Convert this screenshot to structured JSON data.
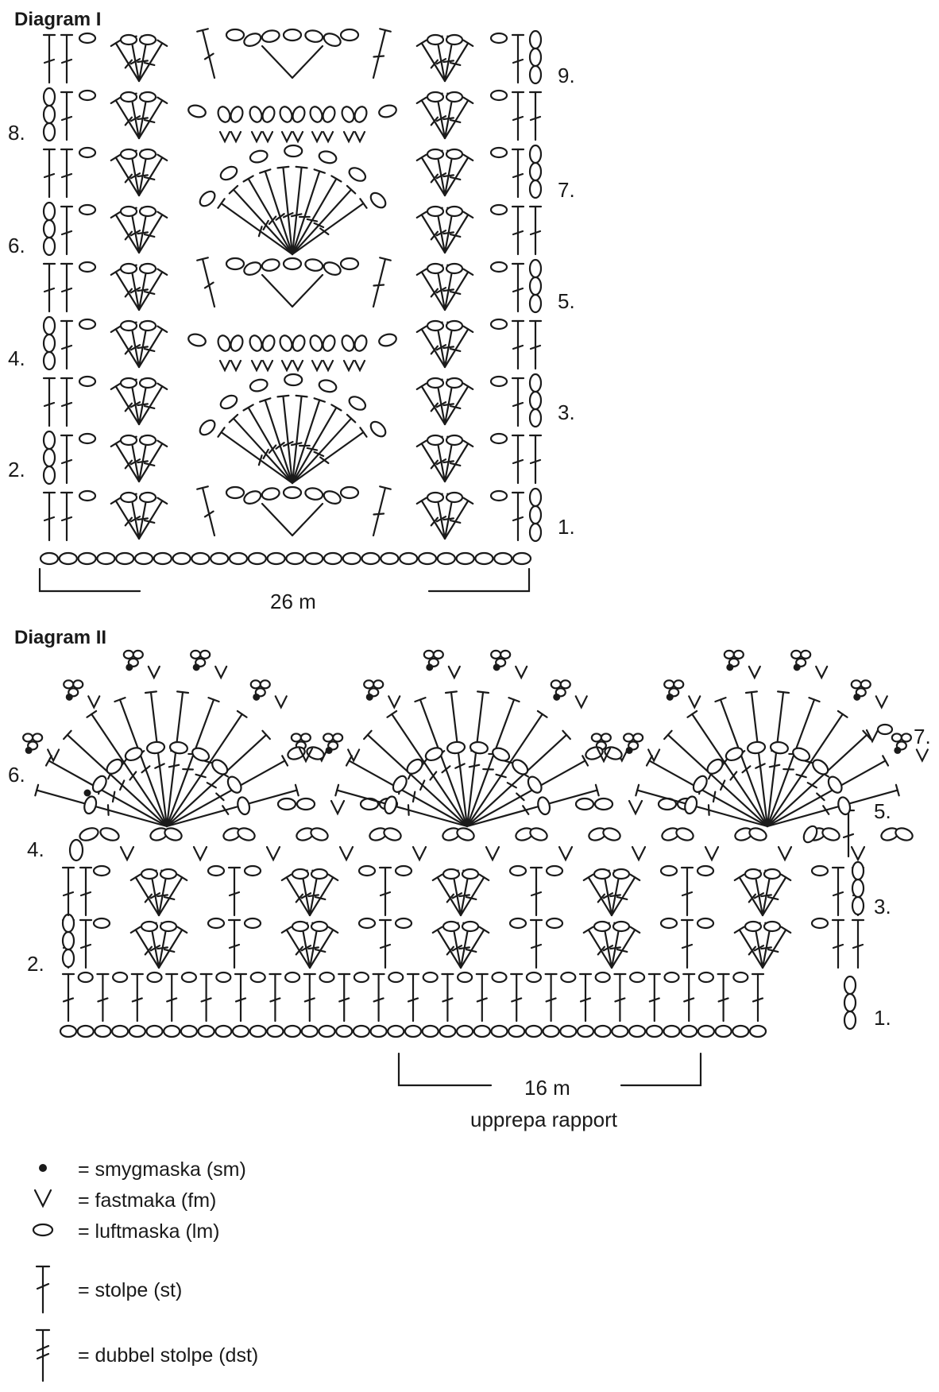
{
  "diagram1": {
    "title": "Diagram I",
    "row_numbers_right": [
      "9.",
      "7.",
      "5.",
      "3.",
      "1."
    ],
    "row_numbers_left": [
      "8.",
      "6.",
      "4.",
      "2."
    ],
    "width_label": "26 m"
  },
  "diagram2": {
    "title": "Diagram II",
    "row_numbers_right": [
      "7.",
      "5.",
      "3.",
      "1."
    ],
    "row_numbers_left": [
      "6.",
      "4.",
      "2."
    ],
    "width_label": "16 m",
    "repeat_label": "upprepa rapport"
  },
  "legend": [
    {
      "symbol": "slip-stitch-dot",
      "text": "= smygmaska (sm)"
    },
    {
      "symbol": "single-crochet-v",
      "text": "= fastmaka (fm)"
    },
    {
      "symbol": "chain-oval",
      "text": "= luftmaska (lm)"
    },
    {
      "symbol": "double-crochet",
      "text": "= stolpe (st)"
    },
    {
      "symbol": "treble-crochet",
      "text": "= dubbel stolpe (dst)"
    }
  ],
  "colors": {
    "ink": "#1a1a1a",
    "background": "#ffffff"
  }
}
